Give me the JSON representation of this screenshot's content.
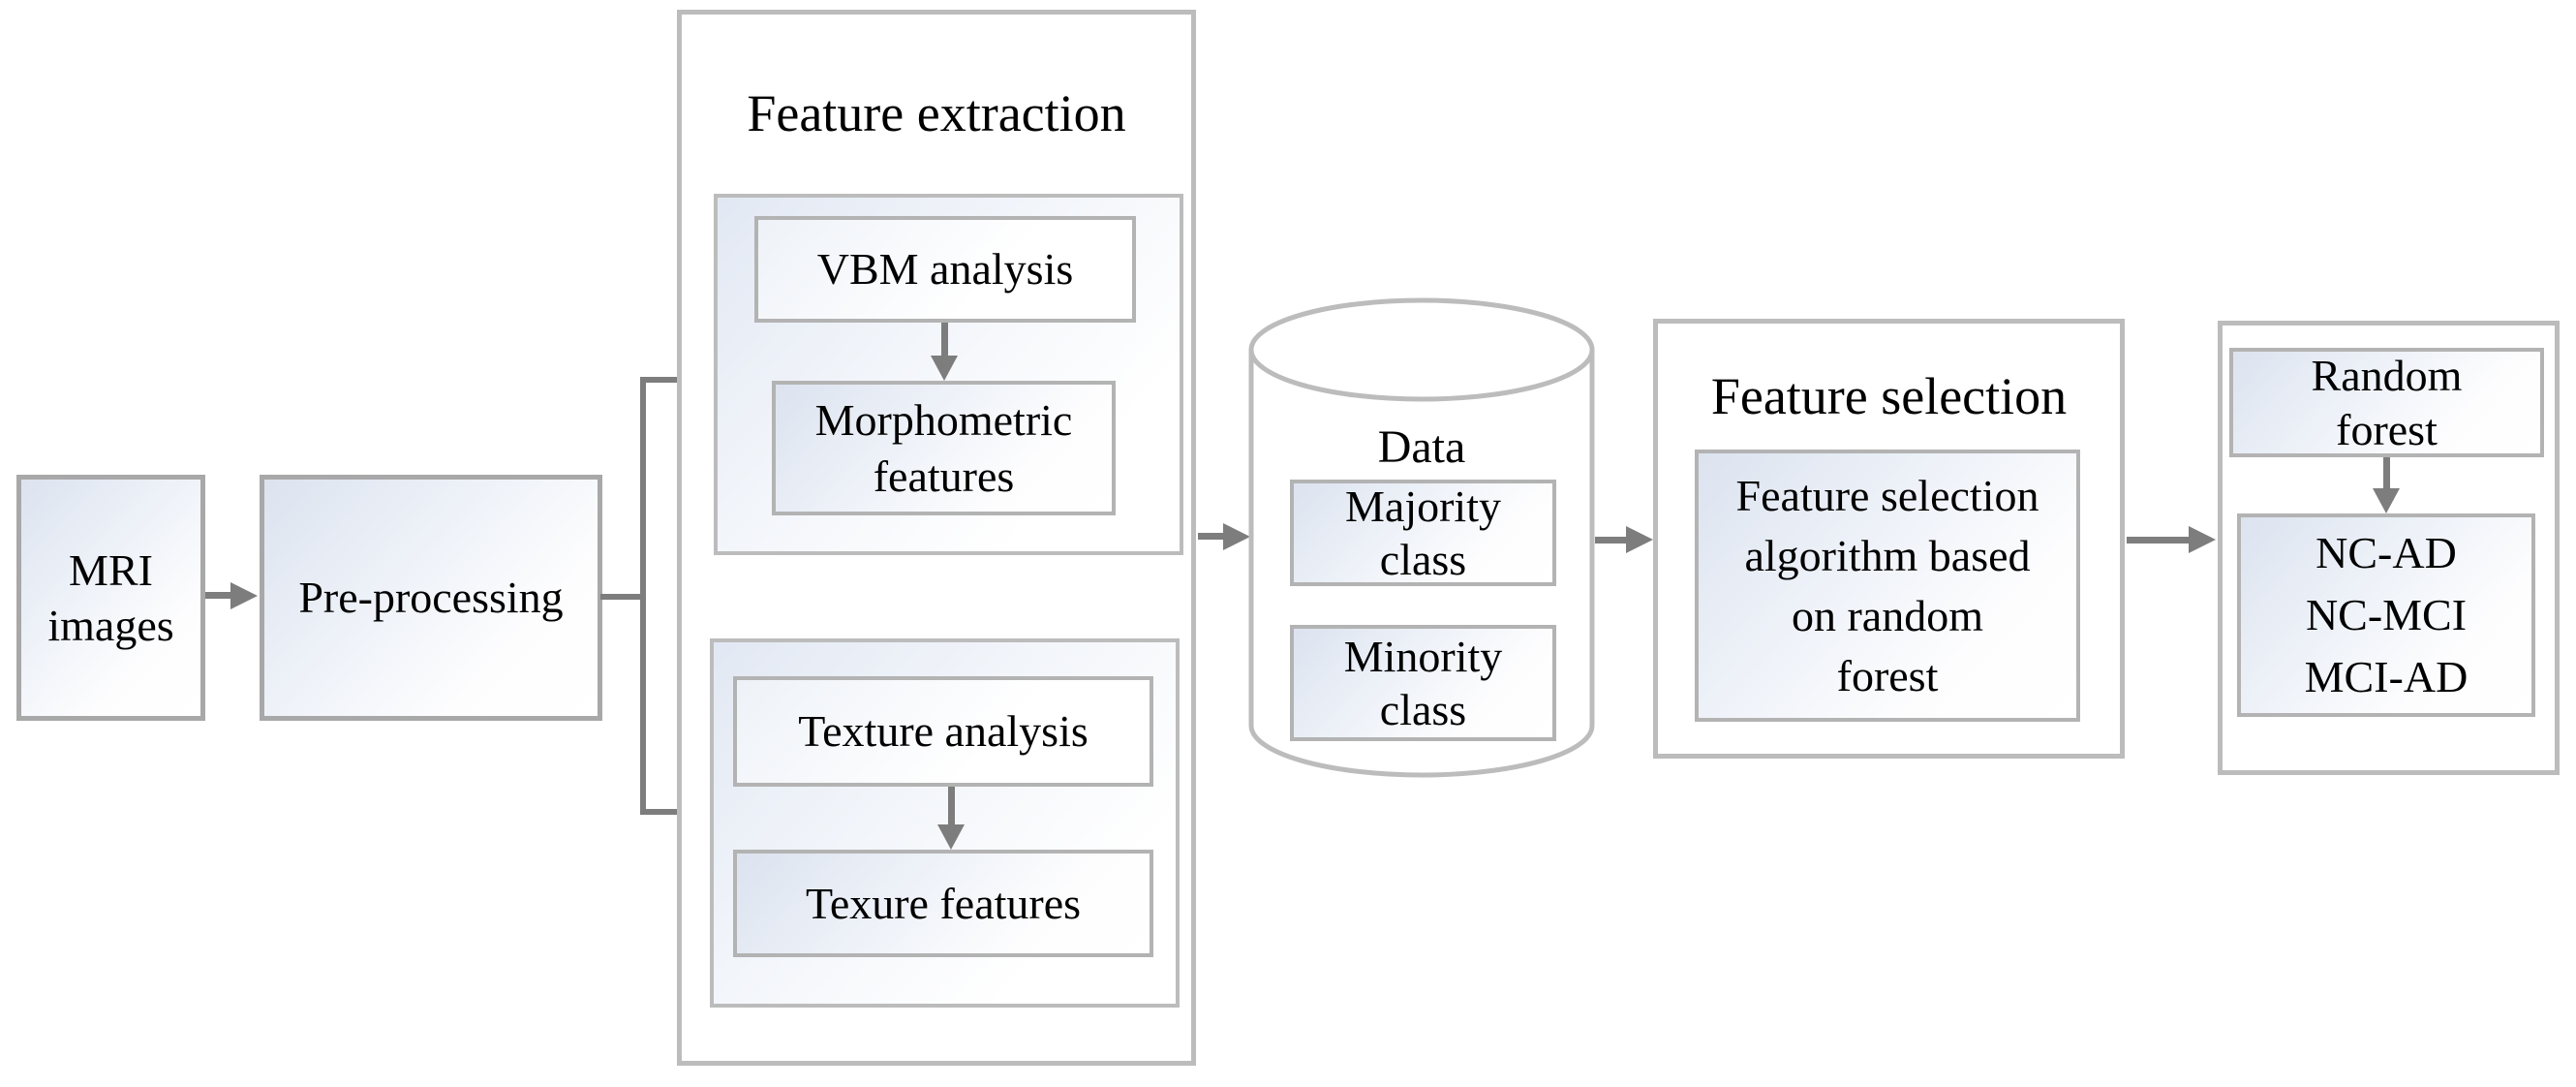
{
  "figure": {
    "type": "flowchart",
    "description": "MRI classification pipeline diagram"
  },
  "nodes": {
    "mri": {
      "lines": [
        "MRI",
        "images"
      ]
    },
    "preprocessing": {
      "label": "Pre-processing"
    },
    "feature_extraction": {
      "title": "Feature extraction",
      "vbm_analysis": {
        "label": "VBM analysis"
      },
      "morphometric_features": {
        "lines": [
          "Morphometric",
          "features"
        ]
      },
      "texture_analysis": {
        "label": "Texture analysis"
      },
      "texure_features": {
        "label": "Texure features"
      }
    },
    "data_store": {
      "title": "Data",
      "majority_class": {
        "lines": [
          "Majority",
          "class"
        ]
      },
      "minority_class": {
        "lines": [
          "Minority",
          "class"
        ]
      }
    },
    "feature_selection": {
      "title": "Feature selection",
      "algorithm": {
        "lines": [
          "Feature selection",
          "algorithm based",
          "on random",
          "forest"
        ]
      }
    },
    "classification": {
      "random_forest": {
        "lines": [
          "Random",
          "forest"
        ]
      },
      "outputs": {
        "lines": [
          "NC-AD",
          "NC-MCI",
          "MCI-AD"
        ]
      }
    }
  },
  "colors": {
    "background": "#ffffff",
    "text": "#000000",
    "node_border": "#b3b3b3",
    "container_border": "#bcbcbc",
    "arrow": "#7d7d7d",
    "gradient_start": "#dce3ef",
    "gradient_end": "#ffffff"
  }
}
